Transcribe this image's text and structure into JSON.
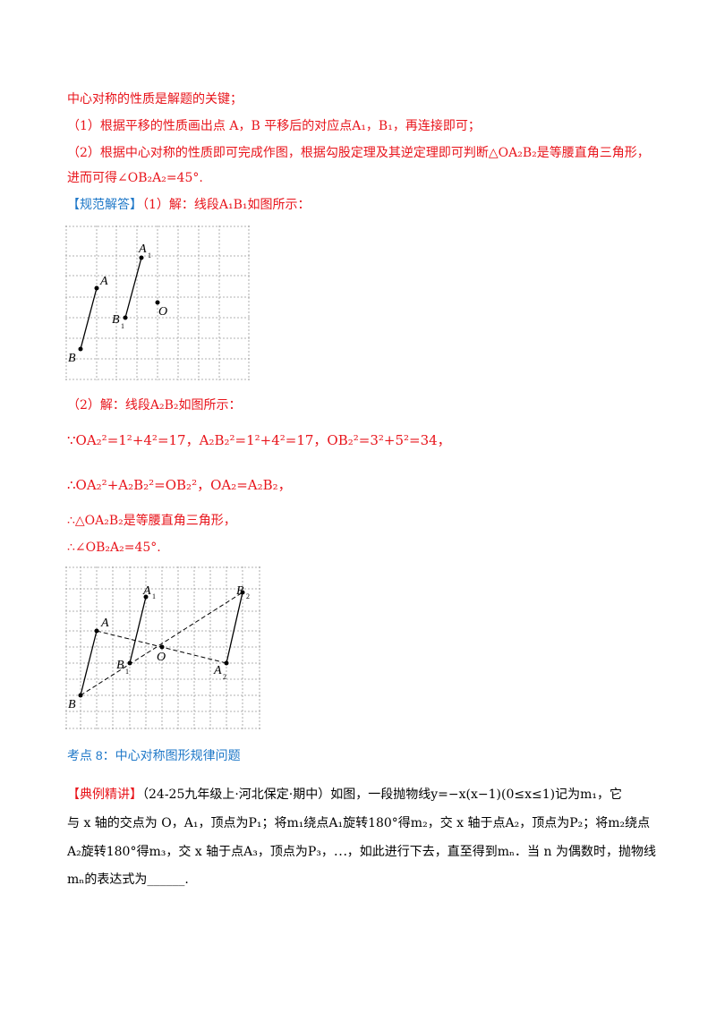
{
  "solution": {
    "analysis_intro": "中心对称的性质是解题的关键；",
    "analysis_1": "（1）根据平移的性质画出点 A，B 平移后的对应点A₁，B₁，再连接即可；",
    "analysis_2a": "（2）根据中心对称的性质即可完成作图，根据勾股定理及其逆定理即可判断△OA₂B₂是等腰直角三角形，",
    "analysis_2b": "进而可得∠OB₂A₂=45°.",
    "answer_tag": "【规范解答】",
    "answer_1": "（1）解：线段A₁B₁如图所示：",
    "answer_2": "（2）解：线段A₂B₂如图所示：",
    "step_because": "∵OA₂²=1²+4²=17，A₂B₂²=1²+4²=17，OB₂²=3²+5²=34，",
    "step_therefore1": "∴OA₂²+A₂B₂²=OB₂²，OA₂=A₂B₂，",
    "step_therefore2": "∴△OA₂B₂是等腰直角三角形，",
    "step_therefore3": "∴∠OB₂A₂=45°."
  },
  "figure1": {
    "labels": {
      "A": "A",
      "A1": "A",
      "A1_sub": "1",
      "B": "B",
      "B1": "B",
      "B1_sub": "1",
      "O": "O"
    }
  },
  "figure2": {
    "labels": {
      "A": "A",
      "A1": "A",
      "A1_sub": "1",
      "B": "B",
      "B1": "B",
      "B1_sub": "1",
      "O": "O",
      "A2": "A",
      "A2_sub": "2",
      "B2": "B",
      "B2_sub": "2"
    }
  },
  "section": {
    "title": "考点 8：中心对称图形规律问题"
  },
  "example": {
    "tag": "【典例精讲】",
    "line1": "（24-25九年级上·河北保定·期中）如图，一段抛物线y=−x(x−1)(0≤x≤1)记为m₁，它",
    "line2": "与 x 轴的交点为 O，A₁，顶点为P₁；将m₁绕点A₁旋转180°得m₂，交 x 轴于点A₂，顶点为P₂；将m₂绕点",
    "line3": "A₂旋转180°得m₃，交 x 轴于点A₃，顶点为P₃，⋯，如此进行下去，直至得到mₙ．当 n 为偶数时，抛物线",
    "line4": "mₙ的表达式为______."
  },
  "colors": {
    "analysis": "#e8141b",
    "heading": "#1f78c8",
    "body": "#000000"
  }
}
